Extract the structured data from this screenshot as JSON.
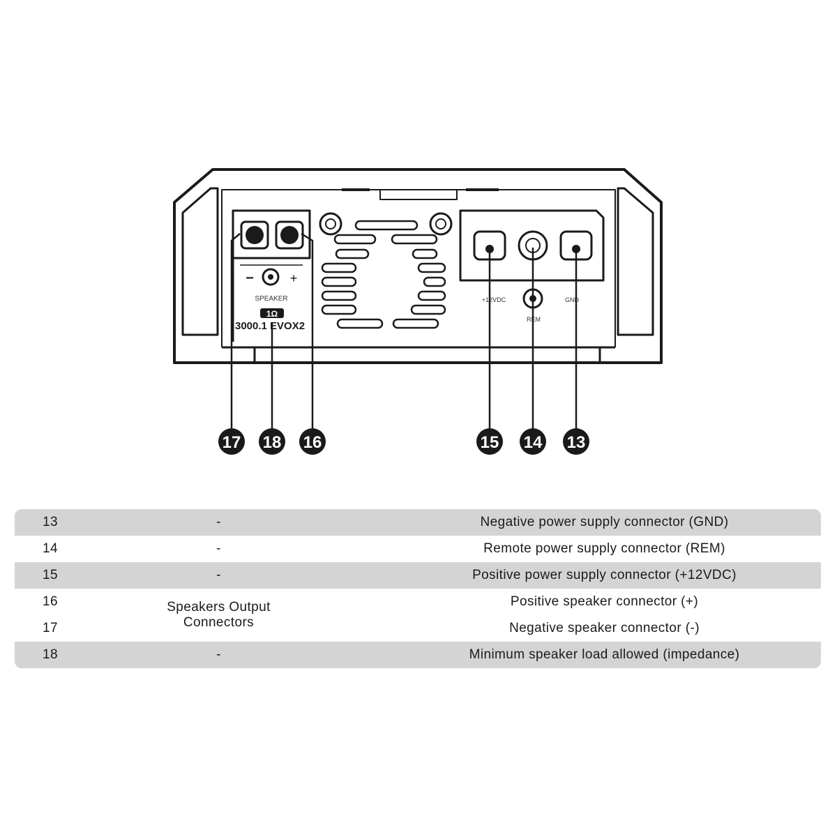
{
  "device": {
    "speaker_label": "SPEAKER",
    "model_label": "3000.1 EVOX2",
    "impedance_badge": "1Ω",
    "vdc_label": "+12VDC",
    "rem_label": "REM",
    "gnd_label": "GND",
    "minus_symbol": "−",
    "plus_symbol": "+"
  },
  "callouts": [
    "17",
    "18",
    "16",
    "15",
    "14",
    "13"
  ],
  "table": {
    "rows": [
      {
        "num": "13",
        "group": "-",
        "desc": "Negative power supply connector (GND)"
      },
      {
        "num": "14",
        "group": "-",
        "desc": "Remote power supply connector (REM)"
      },
      {
        "num": "15",
        "group": "-",
        "desc": "Positive power supply connector (+12VDC)"
      },
      {
        "num": "18",
        "group": "-",
        "desc": "Minimum speaker load allowed (impedance)"
      }
    ],
    "merged": {
      "nums": [
        "16",
        "17"
      ],
      "group_line1": "Speakers Output",
      "group_line2": "Connectors",
      "descs": [
        "Positive speaker connector (+)",
        "Negative speaker connector (-)"
      ]
    }
  }
}
